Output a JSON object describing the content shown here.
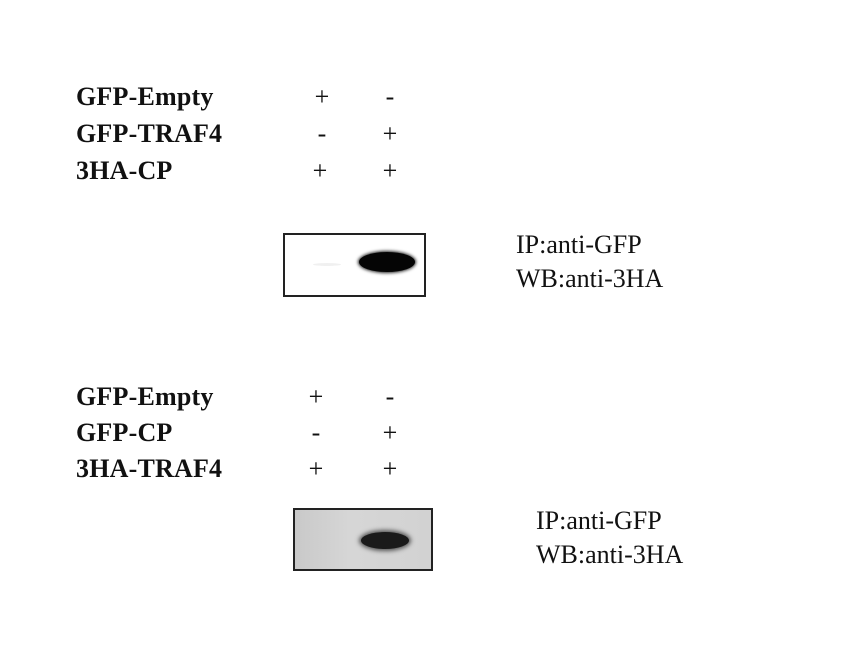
{
  "panels": [
    {
      "rows": [
        {
          "label": "GFP-Empty",
          "lane1": "+",
          "lane2": "-"
        },
        {
          "label": "GFP-TRAF4",
          "lane1": "-",
          "lane2": "+"
        },
        {
          "label": "3HA-CP",
          "lane1": "+",
          "lane2": "+"
        }
      ],
      "caption": {
        "line1": "IP:anti-GFP",
        "line2": "WB:anti-3HA"
      },
      "blot": {
        "lane1_signal": 0.05,
        "lane2_signal": 1.0
      }
    },
    {
      "rows": [
        {
          "label": "GFP-Empty",
          "lane1": "+",
          "lane2": "-"
        },
        {
          "label": "GFP-CP",
          "lane1": "-",
          "lane2": "+"
        },
        {
          "label": "3HA-TRAF4",
          "lane1": "+",
          "lane2": "+"
        }
      ],
      "caption": {
        "line1": "IP:anti-GFP",
        "line2": "WB:anti-3HA"
      },
      "blot": {
        "lane1_signal": 0.0,
        "lane2_signal": 0.9
      }
    }
  ]
}
